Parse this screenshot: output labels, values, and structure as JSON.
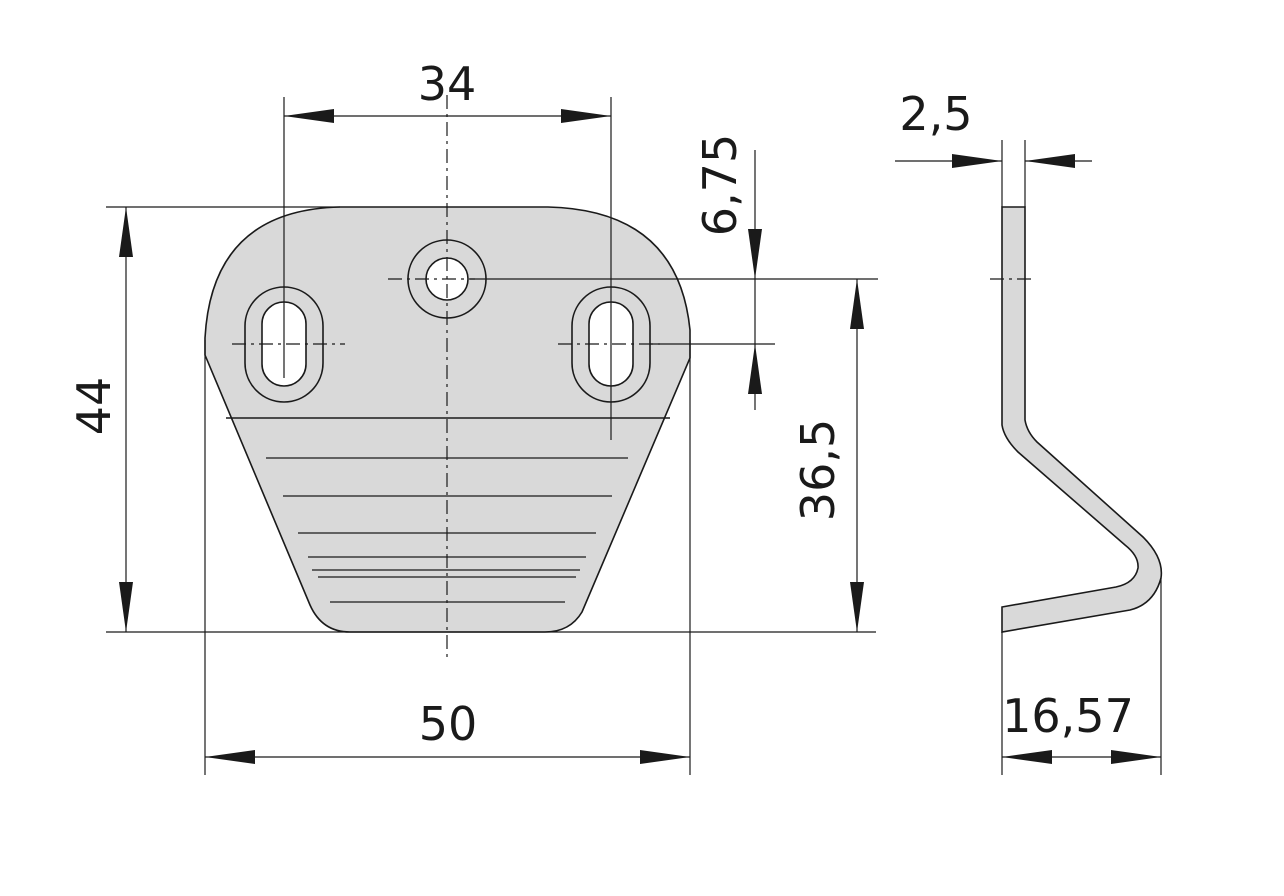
{
  "dimensions": {
    "slot_spacing": "34",
    "total_width": "50",
    "total_height": "44",
    "hole_offset": "6,75",
    "hole_height": "36,5",
    "thickness": "2,5",
    "depth": "16,57"
  },
  "colors": {
    "part_fill": "#d9d9d9",
    "line": "#1a1a1a",
    "background": "#ffffff"
  }
}
